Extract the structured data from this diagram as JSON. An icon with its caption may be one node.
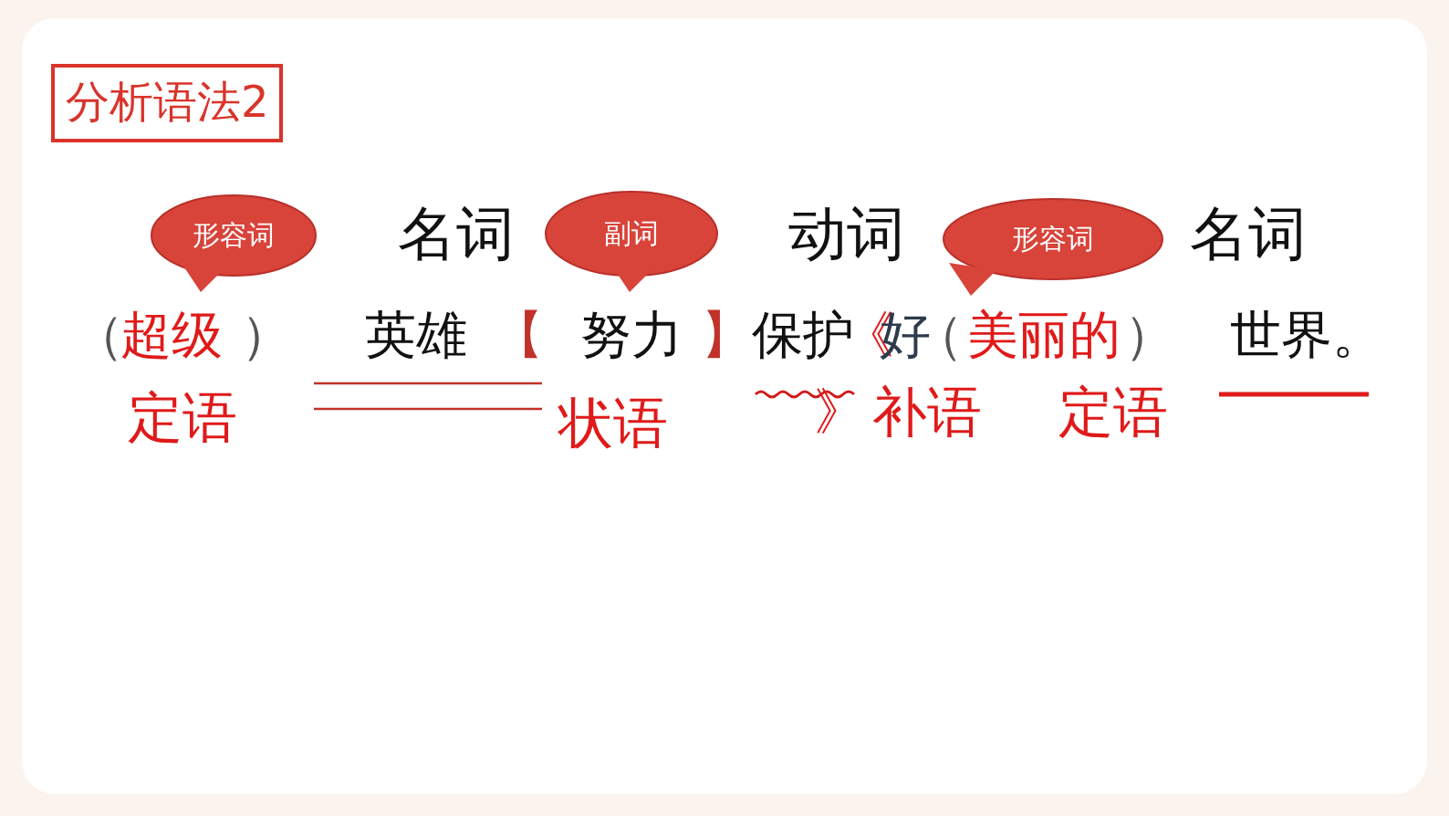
{
  "diagram": {
    "title": "分析语法2",
    "nodes": [
      {
        "text": [
          "形容词"
        ]
      },
      {
        "text": [
          "副词"
        ]
      },
      {
        "text": [
          "形容词"
        ]
      }
    ],
    "labels": [
      "名词",
      "动词",
      "名词",
      "（",
      "超级",
      "）",
      "英雄",
      "【",
      "努力",
      "】",
      "保护",
      "《",
      "好",
      "（",
      "美丽的",
      "）",
      "世界。",
      "定语",
      "状语",
      "》",
      "补语",
      "定语"
    ]
  }
}
